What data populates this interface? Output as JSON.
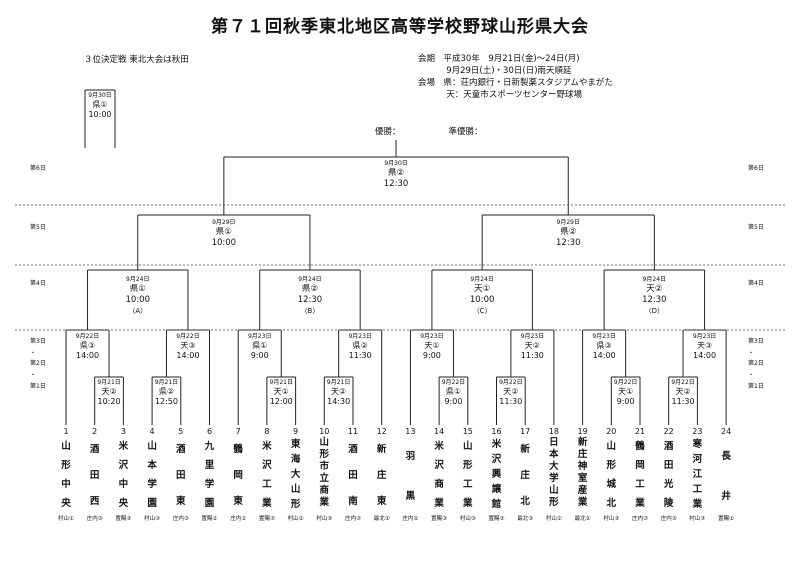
{
  "title": "第７１回秋季東北地区高等学校野球山形県大会",
  "info": {
    "period": "会期　平成30年　9月21日(金)～24日(月)",
    "rain": "　　　 9月29日(土)・30日(日)雨天順延",
    "venue1": "会場　県：荘内銀行・日新製薬スタジアムやまがた",
    "venue2": "　　　 天：天童市スポーツセンター野球場"
  },
  "third_place": {
    "label": "３位決定戦  東北大会は秋田",
    "date": "9月30日",
    "venue": "県①",
    "time": "10:00"
  },
  "winners": {
    "champion": "優勝：",
    "runner_up": "準優勝："
  },
  "days": {
    "d6": "第6日",
    "d5": "第5日",
    "d4": "第4日",
    "d3": "第3日",
    "d2": "第2日",
    "d1": "第1日",
    "dot": "・"
  },
  "final": {
    "date": "9月30日",
    "venue": "県②",
    "time": "12:30"
  },
  "semis": [
    {
      "date": "9月29日",
      "venue": "県①",
      "time": "10:00"
    },
    {
      "date": "9月29日",
      "venue": "県②",
      "time": "12:30"
    }
  ],
  "quarters": [
    {
      "date": "9月24日",
      "venue": "県①",
      "time": "10:00",
      "group": "（A）"
    },
    {
      "date": "9月24日",
      "venue": "県②",
      "time": "12:30",
      "group": "（B）"
    },
    {
      "date": "9月24日",
      "venue": "天①",
      "time": "10:00",
      "group": "（C）"
    },
    {
      "date": "9月24日",
      "venue": "天②",
      "time": "12:30",
      "group": "（D）"
    }
  ],
  "round2": [
    {
      "date": "9月22日",
      "venue": "県③",
      "time": "14:00"
    },
    {
      "date": "9月22日",
      "venue": "天③",
      "time": "14:00"
    },
    {
      "date": "9月23日",
      "venue": "県①",
      "time": "9:00"
    },
    {
      "date": "9月23日",
      "venue": "県②",
      "time": "11:30"
    },
    {
      "date": "9月23日",
      "venue": "天①",
      "time": "9:00"
    },
    {
      "date": "9月23日",
      "venue": "天②",
      "time": "11:30"
    },
    {
      "date": "9月23日",
      "venue": "県③",
      "time": "14:00"
    },
    {
      "date": "9月23日",
      "venue": "天③",
      "time": "14:00"
    }
  ],
  "round1": [
    {
      "date": "9月21日",
      "venue": "天②",
      "time": "10:20"
    },
    {
      "date": "9月21日",
      "venue": "県②",
      "time": "12:50"
    },
    {
      "date": "9月21日",
      "venue": "天①",
      "time": "12:00"
    },
    {
      "date": "9月21日",
      "venue": "天②",
      "time": "14:30"
    },
    {
      "date": "9月22日",
      "venue": "県①",
      "time": "9:00"
    },
    {
      "date": "9月22日",
      "venue": "天②",
      "time": "11:30"
    },
    {
      "date": "9月22日",
      "venue": "天①",
      "time": "9:00"
    },
    {
      "date": "9月22日",
      "venue": "天②",
      "time": "11:30"
    }
  ],
  "teams": [
    {
      "no": "1",
      "name": "山形中央",
      "region": "村山①"
    },
    {
      "no": "2",
      "name": "酒田西",
      "region": "庄内③"
    },
    {
      "no": "3",
      "name": "米沢中央",
      "region": "置賜③"
    },
    {
      "no": "4",
      "name": "山本学園",
      "region": "村山③"
    },
    {
      "no": "5",
      "name": "酒田東",
      "region": "庄内③"
    },
    {
      "no": "6",
      "name": "九里学園",
      "region": "置賜②"
    },
    {
      "no": "7",
      "name": "鶴岡東",
      "region": "庄内②"
    },
    {
      "no": "8",
      "name": "米沢工業",
      "region": "置賜③"
    },
    {
      "no": "9",
      "name": "東海大山形",
      "region": "村山②"
    },
    {
      "no": "10",
      "name": "山形市立商業",
      "region": "村山③"
    },
    {
      "no": "11",
      "name": "酒田南",
      "region": "庄内③"
    },
    {
      "no": "12",
      "name": "新庄東",
      "region": "最北①"
    },
    {
      "no": "13",
      "name": "羽黒",
      "region": "庄内①"
    },
    {
      "no": "14",
      "name": "米沢商業",
      "region": "置賜③"
    },
    {
      "no": "15",
      "name": "山形工業",
      "region": "村山③"
    },
    {
      "no": "16",
      "name": "米沢興譲館",
      "region": "置賜③"
    },
    {
      "no": "17",
      "name": "新庄北",
      "region": "最北③"
    },
    {
      "no": "18",
      "name": "日本大学山形",
      "region": "村山②"
    },
    {
      "no": "19",
      "name": "新庄神室産業",
      "region": "最北②"
    },
    {
      "no": "20",
      "name": "山形城北",
      "region": "村山③"
    },
    {
      "no": "21",
      "name": "鶴岡工業",
      "region": "庄内③"
    },
    {
      "no": "22",
      "name": "酒田光陵",
      "region": "庄内③"
    },
    {
      "no": "23",
      "name": "寒河江工業",
      "region": "村山③"
    },
    {
      "no": "24",
      "name": "長井",
      "region": "置賜①"
    }
  ]
}
